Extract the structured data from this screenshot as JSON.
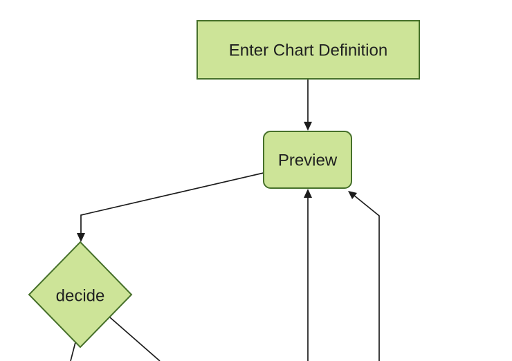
{
  "diagram_type": "flowchart",
  "colors": {
    "background": "#ffffff",
    "node_fill": "#cde498",
    "node_stroke": "#46702a",
    "edge_color": "#1c1c1c",
    "text_color": "#1f2020"
  },
  "nodes": {
    "definition": {
      "label": "Enter Chart Definition",
      "shape": "rectangle"
    },
    "preview": {
      "label": "Preview",
      "shape": "rounded-rectangle"
    },
    "decide": {
      "label": "decide",
      "shape": "diamond"
    }
  },
  "edges": [
    {
      "from": "definition",
      "to": "preview",
      "style": "arrow"
    },
    {
      "from": "preview",
      "to": "decide",
      "style": "arrow"
    },
    {
      "from": "offscreen-bottom-center",
      "to": "preview",
      "style": "arrow"
    },
    {
      "from": "offscreen-bottom-right",
      "to": "preview",
      "style": "arrow"
    },
    {
      "from": "decide",
      "to": "offscreen-bottom-left",
      "style": "line"
    },
    {
      "from": "decide",
      "to": "offscreen-bottom-right",
      "style": "line"
    }
  ]
}
